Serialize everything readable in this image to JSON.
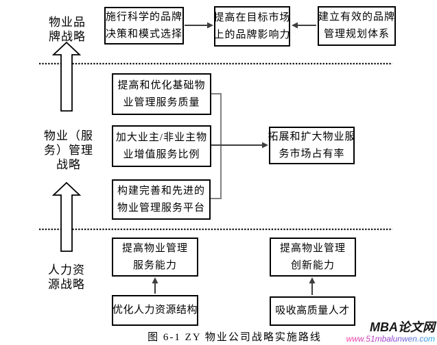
{
  "sections": {
    "brand": {
      "label": "物业品\n牌战略"
    },
    "service": {
      "label": "物业（服\n务）管理\n战略"
    },
    "hr": {
      "label": "人力资\n源战略"
    }
  },
  "boxes": {
    "brand_decision": "施行科学的品牌\n决策和模式选择",
    "brand_influence": "提高在目标市场\n上的品牌影响力",
    "brand_system": "建立有效的品牌\n管理规划体系",
    "service_quality": "提高和优化基础物\n业管理服务质量",
    "value_added_ratio": "加大业主/非业主物\n业增值服务比例",
    "service_platform": "构建完善和先进的\n物业管理服务平台",
    "market_share": "拓展和扩大物业服\n务市场占有率",
    "service_capability": "提高物业管理\n服务能力",
    "hr_structure": "优化人力资源结构",
    "innovation_capability": "提高物业管理\n创新能力",
    "talent": "吸收高质量人才"
  },
  "caption": "图 6-1 ZY 物业公司战略实施路线",
  "watermark": {
    "site": "MBA论文网",
    "url": "www.51mbalunwen.com"
  },
  "colors": {
    "box_border": "#000000",
    "connector": "#3d3d3d",
    "bracket": "#808080",
    "divider": "#111111",
    "url_gradient_start": "#ff3fa0",
    "url_gradient_end": "#21a8e8"
  }
}
